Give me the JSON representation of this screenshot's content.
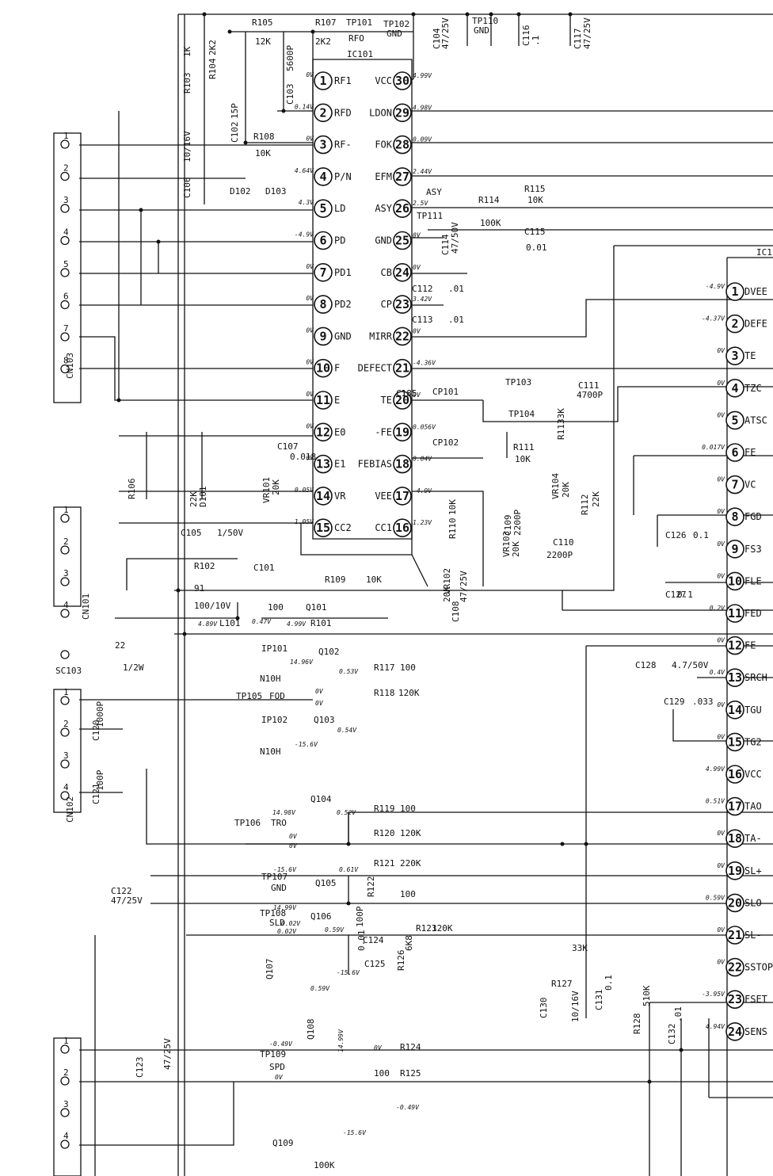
{
  "ic101": {
    "name": "IC101",
    "left_pins": [
      {
        "n": "1",
        "label": "RF1",
        "v": "0V"
      },
      {
        "n": "2",
        "label": "RFD",
        "v": "0.14V"
      },
      {
        "n": "3",
        "label": "RF-",
        "v": "0V"
      },
      {
        "n": "4",
        "label": "P/N",
        "v": "4.64V"
      },
      {
        "n": "5",
        "label": "LD",
        "v": "4.3V"
      },
      {
        "n": "6",
        "label": "PD",
        "v": "-4.9V"
      },
      {
        "n": "7",
        "label": "PD1",
        "v": "0V"
      },
      {
        "n": "8",
        "label": "PD2",
        "v": "0V"
      },
      {
        "n": "9",
        "label": "GND",
        "v": "0V"
      },
      {
        "n": "10",
        "label": "F",
        "v": "0V"
      },
      {
        "n": "11",
        "label": "E",
        "v": "0V"
      },
      {
        "n": "12",
        "label": "E0",
        "v": "0V"
      },
      {
        "n": "13",
        "label": "E1",
        "v": "0V"
      },
      {
        "n": "14",
        "label": "VR",
        "v": "0.05V"
      },
      {
        "n": "15",
        "label": "CC2",
        "v": "1.05V"
      }
    ],
    "right_pins": [
      {
        "n": "30",
        "label": "VCC",
        "v": "4.99V"
      },
      {
        "n": "29",
        "label": "LDON",
        "v": "4.98V"
      },
      {
        "n": "28",
        "label": "FOK",
        "v": "0.09V"
      },
      {
        "n": "27",
        "label": "EFM",
        "v": "2.44V"
      },
      {
        "n": "26",
        "label": "ASY",
        "v": "2.5V"
      },
      {
        "n": "25",
        "label": "GND",
        "v": "0V"
      },
      {
        "n": "24",
        "label": "CB",
        "v": "0V"
      },
      {
        "n": "23",
        "label": "CP",
        "v": "3.42V"
      },
      {
        "n": "22",
        "label": "MIRR",
        "v": "0V"
      },
      {
        "n": "21",
        "label": "DEFECT",
        "v": "-4.36V"
      },
      {
        "n": "20",
        "label": "TE",
        "v": "0V"
      },
      {
        "n": "19",
        "label": "-FE",
        "v": "0.056V"
      },
      {
        "n": "18",
        "label": "FEBIAS",
        "v": "0.04V"
      },
      {
        "n": "17",
        "label": "VEE",
        "v": "-4.9V"
      },
      {
        "n": "16",
        "label": "CC1",
        "v": "1.23V"
      }
    ]
  },
  "ic102": {
    "name": "IC1",
    "pins": [
      {
        "n": "1",
        "label": "DVEE",
        "v": "-4.9V"
      },
      {
        "n": "2",
        "label": "DEFE",
        "v": "-4.37V"
      },
      {
        "n": "3",
        "label": "TE",
        "v": "0V"
      },
      {
        "n": "4",
        "label": "TZC",
        "v": "0V"
      },
      {
        "n": "5",
        "label": "ATSC",
        "v": "0V"
      },
      {
        "n": "6",
        "label": "FE",
        "v": "0.017V"
      },
      {
        "n": "7",
        "label": "VC",
        "v": "0V"
      },
      {
        "n": "8",
        "label": "FGD",
        "v": "0V"
      },
      {
        "n": "9",
        "label": "FS3",
        "v": "0V"
      },
      {
        "n": "10",
        "label": "FLE",
        "v": "0V"
      },
      {
        "n": "11",
        "label": "FED",
        "v": "0.2V"
      },
      {
        "n": "12",
        "label": "FE-",
        "v": "0V"
      },
      {
        "n": "13",
        "label": "SRCH",
        "v": "0.4V"
      },
      {
        "n": "14",
        "label": "TGU",
        "v": "0V"
      },
      {
        "n": "15",
        "label": "TG2",
        "v": "0V"
      },
      {
        "n": "16",
        "label": "VCC",
        "v": "4.99V"
      },
      {
        "n": "17",
        "label": "TAO",
        "v": "0.51V"
      },
      {
        "n": "18",
        "label": "TA-",
        "v": "0V"
      },
      {
        "n": "19",
        "label": "SL+",
        "v": "0V"
      },
      {
        "n": "20",
        "label": "SLO",
        "v": "0.59V"
      },
      {
        "n": "21",
        "label": "SL-",
        "v": "0V"
      },
      {
        "n": "22",
        "label": "SSTOP",
        "v": "0V"
      },
      {
        "n": "23",
        "label": "FSET",
        "v": "-3.95V"
      },
      {
        "n": "24",
        "label": "SENS",
        "v": "4.94V"
      }
    ]
  },
  "connectors": [
    {
      "name": "CN103",
      "pins": [
        "1",
        "2",
        "3",
        "4",
        "5",
        "6",
        "7",
        "8"
      ]
    },
    {
      "name": "CN101",
      "pins": [
        "1",
        "2",
        "3",
        "4"
      ]
    },
    {
      "name": "SC103",
      "pins": []
    },
    {
      "name": "CN102",
      "pins": [
        "1",
        "2",
        "3",
        "4"
      ]
    },
    {
      "name": "",
      "pins": [
        "1",
        "2",
        "3",
        "4"
      ]
    }
  ],
  "labels": {
    "top": [
      "R105",
      "12K",
      "R107",
      "2K2",
      "TP101",
      "RFO",
      "TP102",
      "GND",
      "C104",
      "47/25V",
      "TP110",
      "GND",
      "C116",
      ".1",
      "C117",
      "47/25V"
    ],
    "left": [
      "R103",
      "1K",
      "R104",
      "2K2",
      "C103",
      "5600P",
      "C102",
      "15P",
      "R108",
      "10K",
      "C106",
      "10/16V",
      "D102",
      "D103"
    ],
    "mid": [
      "ASY",
      "TP111",
      "R114",
      "100K",
      "R115",
      "10K",
      "C114",
      "47/50V",
      "C115",
      "0.01",
      "C112",
      ".01",
      "C113",
      ".01",
      "CP101",
      "CP102",
      "TP103",
      "TP104",
      "R111",
      "10K",
      "C111",
      "4700P",
      "R113",
      "33K",
      "VR104",
      "20K",
      "R112",
      "22K",
      "C109",
      "2200P",
      "VR103",
      "20K",
      "C110",
      "2200P",
      "R110",
      "10K",
      "VR102",
      "20K",
      "C108",
      "47/25V",
      "R109",
      "10K",
      "C107",
      "0.018",
      "VR101",
      "20K",
      "R106",
      "22K",
      "D101",
      "C105",
      "1/50V",
      "R102",
      "91",
      "C101",
      "100/10V",
      "4.89V",
      "L101",
      "100",
      "0.47V",
      "Q101",
      "4.99V",
      "R101",
      "22",
      "1/2W",
      "C185",
      ".1"
    ],
    "drivers": [
      "IP101",
      "Q102",
      "14.96V",
      "0.53V",
      "N10H",
      "TP105",
      "FOD",
      "0V",
      "0V",
      "IP102",
      "Q103",
      "-15.6V",
      "0.54V",
      "N10H",
      "R117",
      "100",
      "R118",
      "120K",
      "C120",
      "1000P",
      "C121",
      "100P",
      "Q104",
      "14.98V",
      "0.52V",
      "TP106",
      "TRO",
      "0V",
      "0V",
      "R119",
      "100",
      "R120",
      "120K",
      "Q105",
      "-15.6V",
      "0.61V",
      "R121",
      "220K",
      "TP107",
      "GND",
      "C122",
      "47/25V",
      "Q106",
      "14.99V",
      "TP108",
      "SLD",
      "0.02V",
      "0.02V",
      "0.59V",
      "C124",
      "100P",
      "R122",
      "100",
      "R123",
      "120K",
      "C125",
      "0.01",
      "R126",
      "6K8",
      "Q107",
      "-15.6V",
      "0.59V",
      "C126",
      "0.1",
      "C127",
      "0.1",
      "C128",
      "4.7/50V",
      "C129",
      ".033",
      "R127",
      "33K",
      "C130",
      "10/16V",
      "C131",
      "0.1",
      "R128",
      "510K",
      "C132",
      ".01",
      "C123",
      "47/25V",
      "Q108",
      "14.99V",
      "-0.49V",
      "TP109",
      "SPD",
      "0V",
      "0V",
      "R124",
      "100",
      "R125",
      "100K",
      "Q109",
      "-15.6V",
      "-0.49V"
    ]
  }
}
